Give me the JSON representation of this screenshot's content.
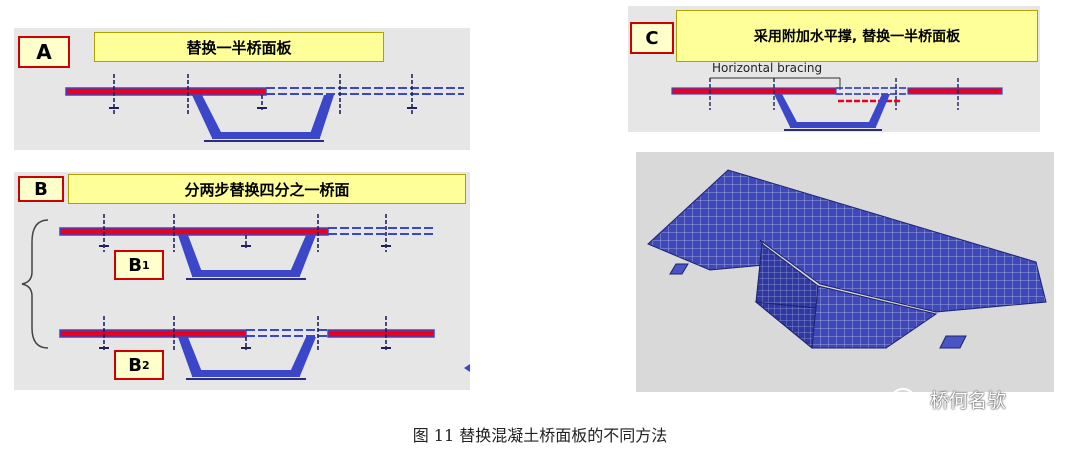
{
  "panel_a": {
    "badge": "A",
    "title": "替换一半桥面板"
  },
  "panel_b": {
    "badge": "B",
    "title": "分两步替换四分之一桥面",
    "sub1_main": "B",
    "sub1_sub": "1",
    "sub2_main": "B",
    "sub2_sub": "2"
  },
  "panel_c": {
    "badge": "C",
    "title": "采用附加水平撑, 替换一半桥面板",
    "bracing_label": "Horizontal bracing"
  },
  "caption": "图 11  替换混凝土桥面板的不同方法",
  "watermark": {
    "text": "桥何名欤",
    "icon": "wechat-icon"
  },
  "colors": {
    "deck_red": "#e8001c",
    "steel_blue": "#3b46c8",
    "panel_gray": "#e6e6e6"
  }
}
